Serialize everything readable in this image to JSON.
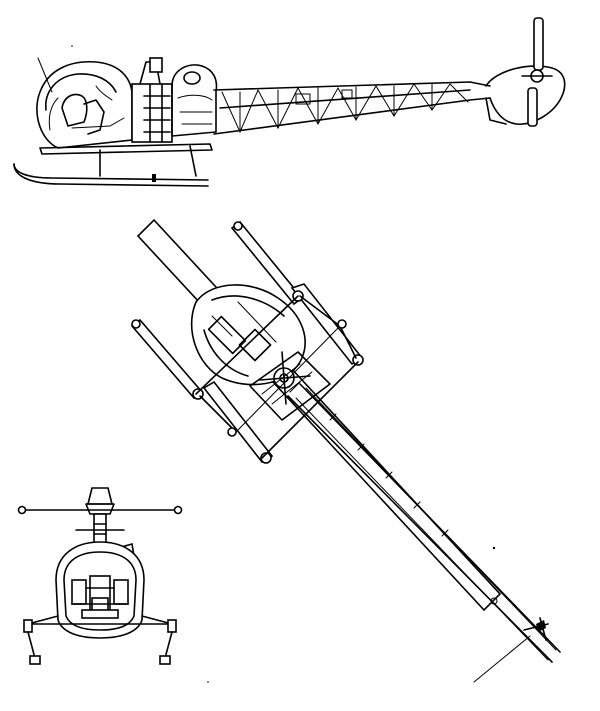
{
  "figure": {
    "views": [
      "side-view",
      "top-view",
      "front-view"
    ],
    "ink_color": "#000000",
    "background_color": "#ffffff"
  }
}
